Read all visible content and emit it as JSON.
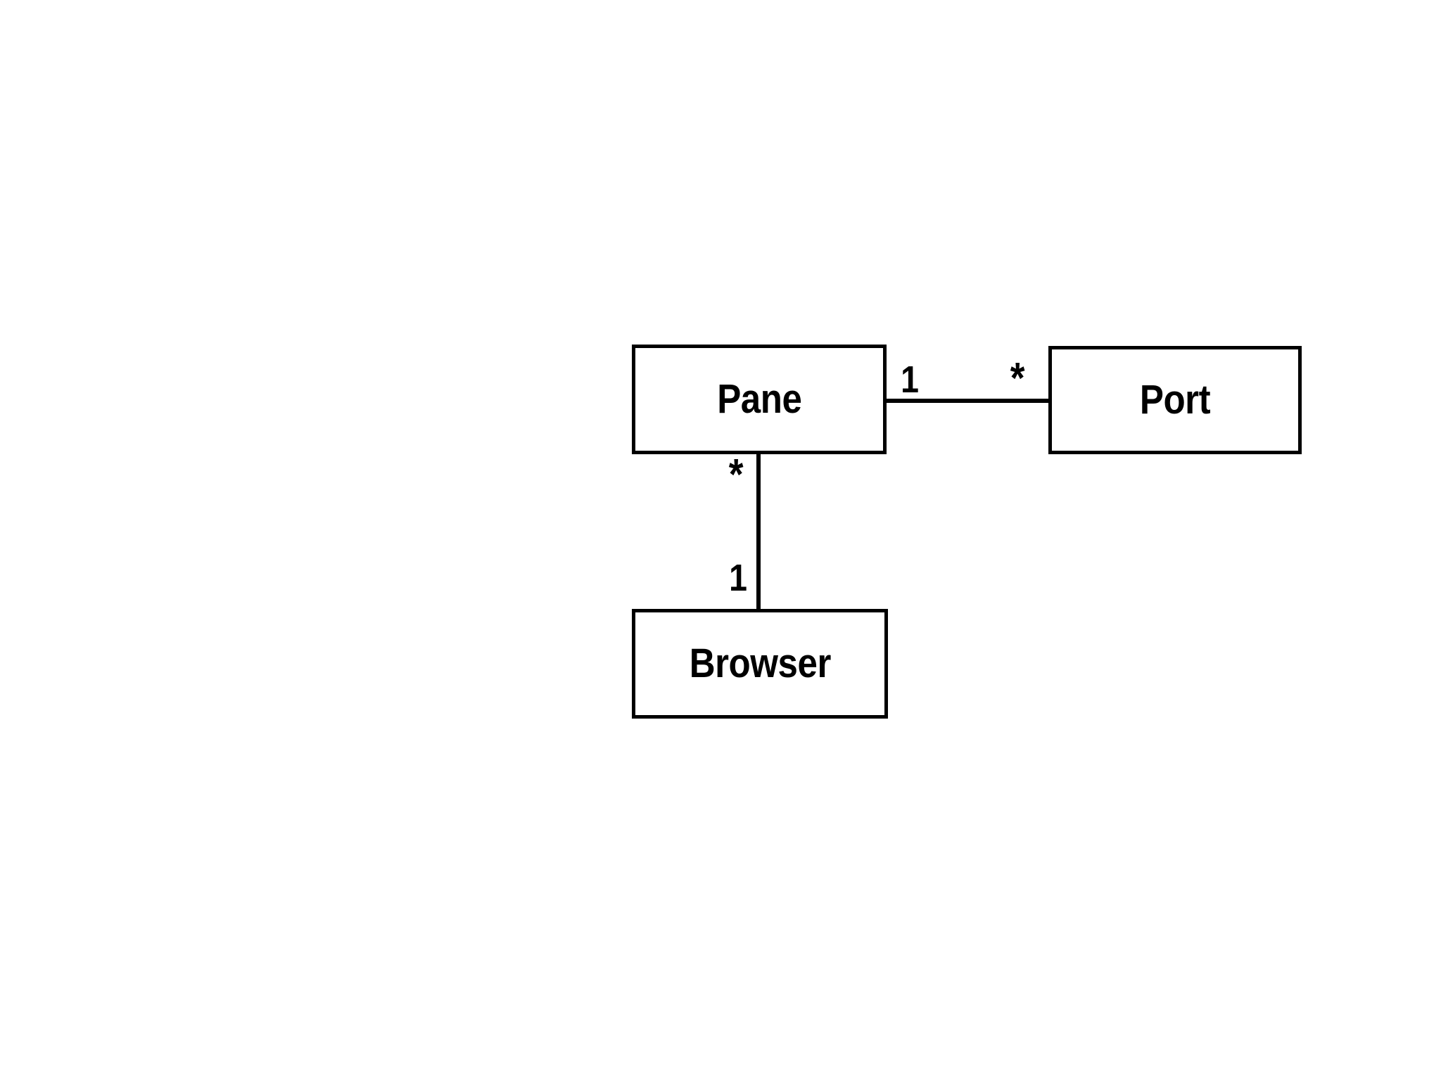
{
  "diagram": {
    "type": "uml-class-diagram",
    "background_color": "#ffffff",
    "stroke_color": "#000000",
    "classes": [
      {
        "id": "pane",
        "name": "Pane"
      },
      {
        "id": "port",
        "name": "Port"
      },
      {
        "id": "browser",
        "name": "Browser"
      }
    ],
    "associations": [
      {
        "id": "pane-port",
        "from": "pane",
        "to": "port",
        "orientation": "horizontal",
        "source_multiplicity": "1",
        "target_multiplicity": "*"
      },
      {
        "id": "pane-browser",
        "from": "pane",
        "to": "browser",
        "orientation": "vertical",
        "source_multiplicity": "*",
        "target_multiplicity": "1"
      }
    ]
  }
}
